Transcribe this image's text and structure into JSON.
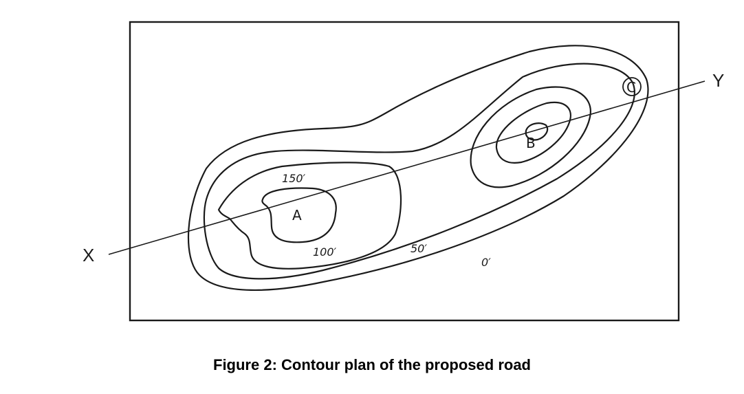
{
  "caption": "Figure 2: Contour plan of the proposed road",
  "contour_labels": {
    "c150": "150′",
    "c100": "100′",
    "c50": "50′",
    "c0": "0′"
  },
  "points": {
    "a": "A",
    "b": "B",
    "c": "C"
  },
  "section_ends": {
    "x": "X",
    "y": "Y"
  }
}
